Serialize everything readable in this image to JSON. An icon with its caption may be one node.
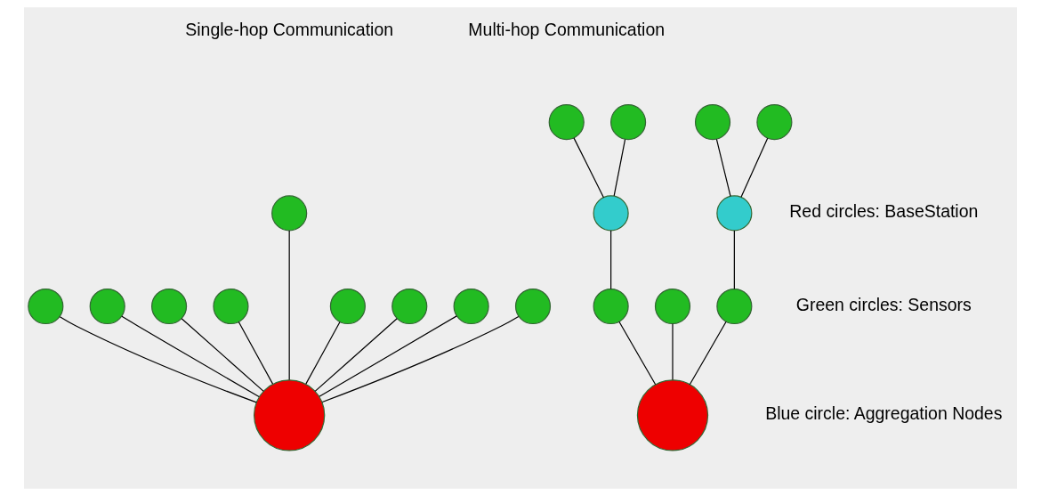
{
  "diagram": {
    "nodes": [
      {
        "text": [],
        "shape": "circle"
      },
      {
        "text": [],
        "shape": "circle"
      },
      {
        "text": [],
        "shape": "circle"
      },
      {
        "text": [],
        "shape": "circle"
      },
      {
        "text": [],
        "shape": "circle"
      },
      {
        "text": [],
        "shape": "circle"
      },
      {
        "text": [],
        "shape": "circle"
      },
      {
        "text": [],
        "shape": "circle"
      },
      {
        "text": [],
        "shape": "circle"
      },
      {
        "text": [],
        "shape": "circle"
      },
      {
        "text": [],
        "shape": "circle"
      },
      {
        "text": [],
        "shape": "circle"
      },
      {
        "text": [],
        "shape": "circle"
      },
      {
        "text": [],
        "shape": "circle"
      },
      {
        "text": [],
        "shape": "circle"
      },
      {
        "text": [],
        "shape": "circle"
      },
      {
        "text": [],
        "shape": "circle"
      },
      {
        "text": [],
        "shape": "circle"
      },
      {
        "text": [],
        "shape": "circle"
      },
      {
        "text": [],
        "shape": "circle"
      }
    ],
    "edges": [
      {
        "from": 9,
        "to": 0,
        "arrow": "none"
      },
      {
        "from": 9,
        "to": 1,
        "arrow": "none"
      },
      {
        "from": 9,
        "to": 2,
        "arrow": "none"
      },
      {
        "from": 9,
        "to": 3,
        "arrow": "none"
      },
      {
        "from": 9,
        "to": 4,
        "arrow": "none"
      },
      {
        "from": 9,
        "to": 5,
        "arrow": "none"
      },
      {
        "from": 9,
        "to": 6,
        "arrow": "none"
      },
      {
        "from": 9,
        "to": 7,
        "arrow": "none"
      },
      {
        "from": 9,
        "to": 8,
        "arrow": "none"
      },
      {
        "from": 19,
        "to": 16,
        "arrow": "none"
      },
      {
        "from": 19,
        "to": 17,
        "arrow": "none"
      },
      {
        "from": 19,
        "to": 18,
        "arrow": "none"
      },
      {
        "from": 16,
        "to": 12,
        "arrow": "none"
      },
      {
        "from": 12,
        "to": 10,
        "arrow": "none"
      },
      {
        "from": 12,
        "to": 11,
        "arrow": "none"
      },
      {
        "from": 18,
        "to": 15,
        "arrow": "none"
      },
      {
        "from": 15,
        "to": 13,
        "arrow": "none"
      },
      {
        "from": 15,
        "to": 14,
        "arrow": "none"
      }
    ],
    "labels": [
      "Single-hop Communication",
      "Multi-hop Communication",
      "Red circles: BaseStation",
      "Green circles: Sensors",
      "Blue circle: Aggregation Nodes"
    ]
  }
}
